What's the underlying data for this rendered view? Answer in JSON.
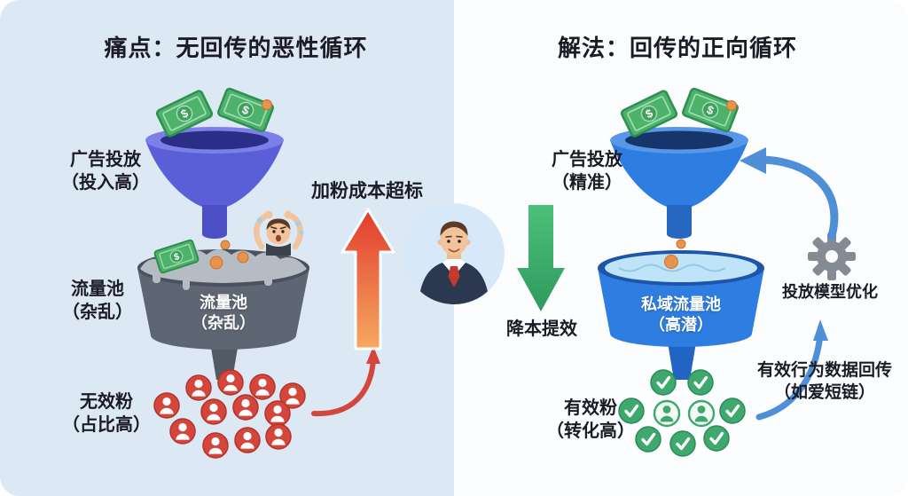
{
  "left_panel": {
    "title": "痛点：无回传的恶性循环",
    "ad_label": {
      "line1": "广告投放",
      "line2": "（投入高）"
    },
    "pool_label": {
      "line1": "流量池",
      "line2": "（杂乱）"
    },
    "pool_inner_label": {
      "line1": "流量池",
      "line2": "（杂乱）"
    },
    "fans_label": {
      "line1": "无效粉",
      "line2": "（占比高）"
    },
    "cost_arrow_label": "加粉成本超标"
  },
  "center": {
    "efficiency_arrow_label": "降本提效"
  },
  "right_panel": {
    "title": "解法：回传的正向循环",
    "ad_label": {
      "line1": "广告投放",
      "line2": "（精准）"
    },
    "pool_inner_label": {
      "line1": "私域流量池",
      "line2": "（高潜）"
    },
    "fans_label": {
      "line1": "有效粉",
      "line2": "（转化高）"
    },
    "gear_label": "投放模型优化",
    "postback_label": {
      "line1": "有效行为数据回传",
      "line2": "（如爱短链）"
    }
  },
  "icons": {
    "dollar": "$",
    "money_bill": "money-bill-icon",
    "gear": "gear-icon",
    "invalid_fan": "invalid-fan-person-icon",
    "valid_fan_check": "valid-fan-check-icon",
    "valid_fan_person": "valid-fan-person-icon"
  },
  "colors": {
    "left_bg": "#dce8f4",
    "right_bg": "#fcfdfe",
    "title_text": "#1b1b26",
    "left_funnel": "#5a5fd8",
    "right_funnel": "#2e7de0",
    "invalid_fan_red": "#d4453c",
    "valid_fan_green": "#3fa86d",
    "cost_arrow_top": "#e23b2e",
    "cost_arrow_bottom": "#f6a960",
    "efficiency_arrow_green": "#3cab68",
    "flow_arrow_blue": "#4f8fd8",
    "money_green": "#4db36a",
    "pool_gray": "#5e6673",
    "pool_blue": "#2e7de0"
  }
}
